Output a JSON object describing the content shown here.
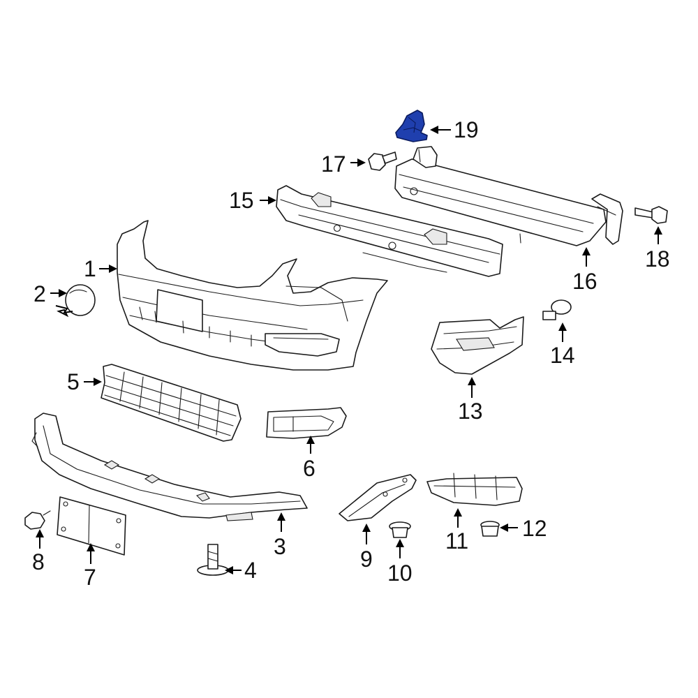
{
  "highlight_color": "#1f3fae",
  "callouts": {
    "c1": "1",
    "c2": "2",
    "c3": "3",
    "c4": "4",
    "c5": "5",
    "c6": "6",
    "c7": "7",
    "c8": "8",
    "c9": "9",
    "c10": "10",
    "c11": "11",
    "c12": "12",
    "c13": "13",
    "c14": "14",
    "c15": "15",
    "c16": "16",
    "c17": "17",
    "c18": "18",
    "c19": "19"
  }
}
